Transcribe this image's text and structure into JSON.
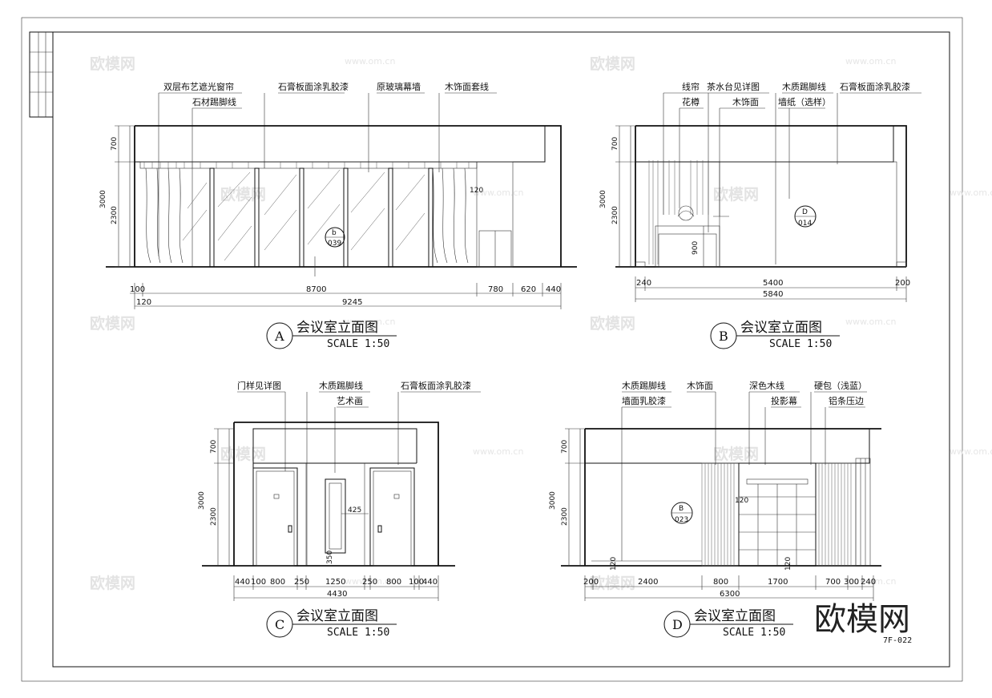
{
  "watermark": {
    "brand": "欧模网",
    "url": "www.om.cn"
  },
  "logo": {
    "text": "欧模网"
  },
  "drawing_code": "7F-022",
  "elevations": [
    {
      "tag": "A",
      "title": "会议室立面图",
      "scale": "SCALE  1:50",
      "labels": [
        "双层布艺遮光窗帘",
        "石材踢脚线",
        "石膏板面涂乳胶漆",
        "原玻璃幕墙",
        "木饰面套线",
        "120"
      ],
      "vdims": [
        "700",
        "3000",
        "2300"
      ],
      "hdims_row1": [
        "100",
        "8700",
        "780",
        "620",
        "440"
      ],
      "hdims_row2": [
        "120",
        "9245"
      ],
      "callout": {
        "top": "b",
        "bottom": "039"
      }
    },
    {
      "tag": "B",
      "title": "会议室立面图",
      "scale": "SCALE  1:50",
      "labels": [
        "线帘",
        "茶水台见详图",
        "花樽",
        "木饰面",
        "木质踢脚线",
        "墙纸（选样）",
        "石膏板面涂乳胶漆",
        "900"
      ],
      "vdims": [
        "700",
        "3000",
        "2300"
      ],
      "hdims_row1": [
        "240",
        "5400",
        "200"
      ],
      "hdims_row2": [
        "5840"
      ],
      "callout": {
        "top": "D",
        "bottom": "014"
      }
    },
    {
      "tag": "C",
      "title": "会议室立面图",
      "scale": "SCALE  1:50",
      "labels": [
        "门样见详图",
        "木质踢脚线",
        "艺术画",
        "石膏板面涂乳胶漆",
        "425",
        "350"
      ],
      "vdims": [
        "700",
        "3000",
        "2300"
      ],
      "hdims_row1": [
        "440",
        "100",
        "800",
        "250",
        "1250",
        "250",
        "800",
        "100",
        "440"
      ],
      "hdims_row2": [
        "4430"
      ]
    },
    {
      "tag": "D",
      "title": "会议室立面图",
      "scale": "SCALE  1:50",
      "labels": [
        "木质踢脚线",
        "墙面乳胶漆",
        "木饰面",
        "深色木线",
        "投影幕",
        "硬包（浅蓝）",
        "铝条压边",
        "120",
        "120",
        "120"
      ],
      "vdims": [
        "700",
        "3000",
        "2300"
      ],
      "hdims_row1": [
        "200",
        "2400",
        "800",
        "1700",
        "700",
        "300",
        "240"
      ],
      "hdims_row2": [
        "6300"
      ],
      "callout": {
        "top": "B",
        "bottom": "023"
      }
    }
  ]
}
